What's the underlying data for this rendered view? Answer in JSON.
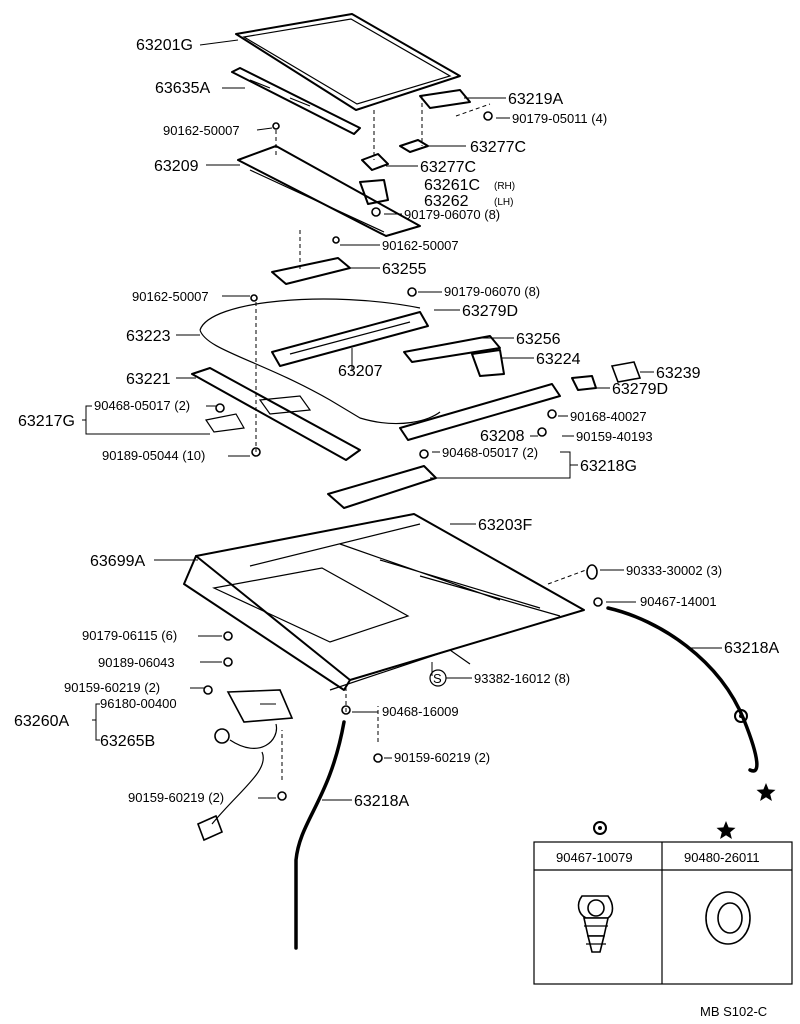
{
  "labels": {
    "l63201G": "63201G",
    "l63635A": "63635A",
    "l63219A": "63219A",
    "l90179_05011": "90179-05011 (4)",
    "l90162_50007a": "90162-50007",
    "l63277Ca": "63277C",
    "l63209": "63209",
    "l63277Cb": "63277C",
    "l63261C": "63261C",
    "l63261C_rh": "(RH)",
    "l63262": "63262",
    "l63262_lh": "(LH)",
    "l90179_06070a": "90179-06070 (8)",
    "l90162_50007b": "90162-50007",
    "l63255": "63255",
    "l90162_50007c": "90162-50007",
    "l90179_06070b": "90179-06070 (8)",
    "l63279Da": "63279D",
    "l63223": "63223",
    "l63256": "63256",
    "l63207": "63207",
    "l63224": "63224",
    "l63239": "63239",
    "l63221": "63221",
    "l63279Db": "63279D",
    "l90468_05017a": "90468-05017 (2)",
    "l63217G": "63217G",
    "l90168_40027": "90168-40027",
    "l63208": "63208",
    "l90159_40193": "90159-40193",
    "l90189_05044": "90189-05044 (10)",
    "l90468_05017b": "90468-05017 (2)",
    "l63218G": "63218G",
    "l63203F": "63203F",
    "l63699A": "63699A",
    "l90333_30002": "90333-30002 (3)",
    "l90467_14001": "90467-14001",
    "l90179_06115": "90179-06115 (6)",
    "l63218Aa": "63218A",
    "l90189_06043": "90189-06043",
    "l93382_16012": "93382-16012 (8)",
    "l90159_60219a": "90159-60219 (2)",
    "l96180_00400": "96180-00400",
    "l63260A": "63260A",
    "l90468_16009": "90468-16009",
    "l63265B": "63265B",
    "l90159_60219b": "90159-60219 (2)",
    "l90159_60219c": "90159-60219 (2)",
    "l63218Ab": "63218A",
    "s_symbol": "S"
  },
  "legend": {
    "col1_part": "90467-10079",
    "col2_part": "90480-26011"
  },
  "footer": {
    "ref": "MB  S102-C"
  }
}
